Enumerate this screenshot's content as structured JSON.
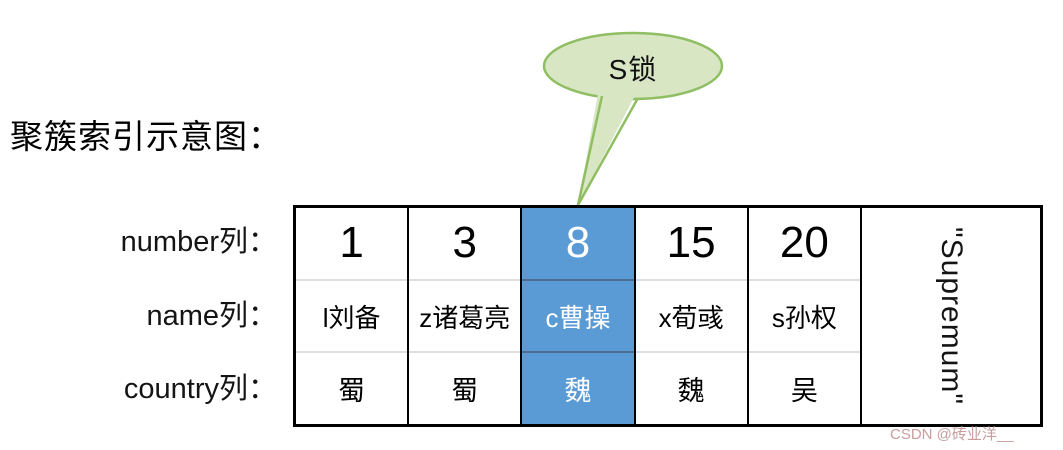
{
  "page": {
    "title": "聚簇索引示意图："
  },
  "callout": {
    "label": "S锁",
    "fill_color": "#d8e6c4",
    "stroke_color": "#8fbe63"
  },
  "table": {
    "row_labels": [
      "number列：",
      "name列：",
      "country列："
    ],
    "highlight_color": "#5b9bd5",
    "highlight_text_color": "#ffffff",
    "columns": [
      {
        "number": "1",
        "name": "l刘备",
        "country": "蜀",
        "highlighted": false
      },
      {
        "number": "3",
        "name": "z诸葛亮",
        "country": "蜀",
        "highlighted": false
      },
      {
        "number": "8",
        "name": "c曹操",
        "country": "魏",
        "highlighted": true
      },
      {
        "number": "15",
        "name": "x荀彧",
        "country": "魏",
        "highlighted": false
      },
      {
        "number": "20",
        "name": "s孙权",
        "country": "吴",
        "highlighted": false
      }
    ],
    "supremum": "\"Supremum\""
  },
  "watermark": "CSDN @砖业洋__"
}
